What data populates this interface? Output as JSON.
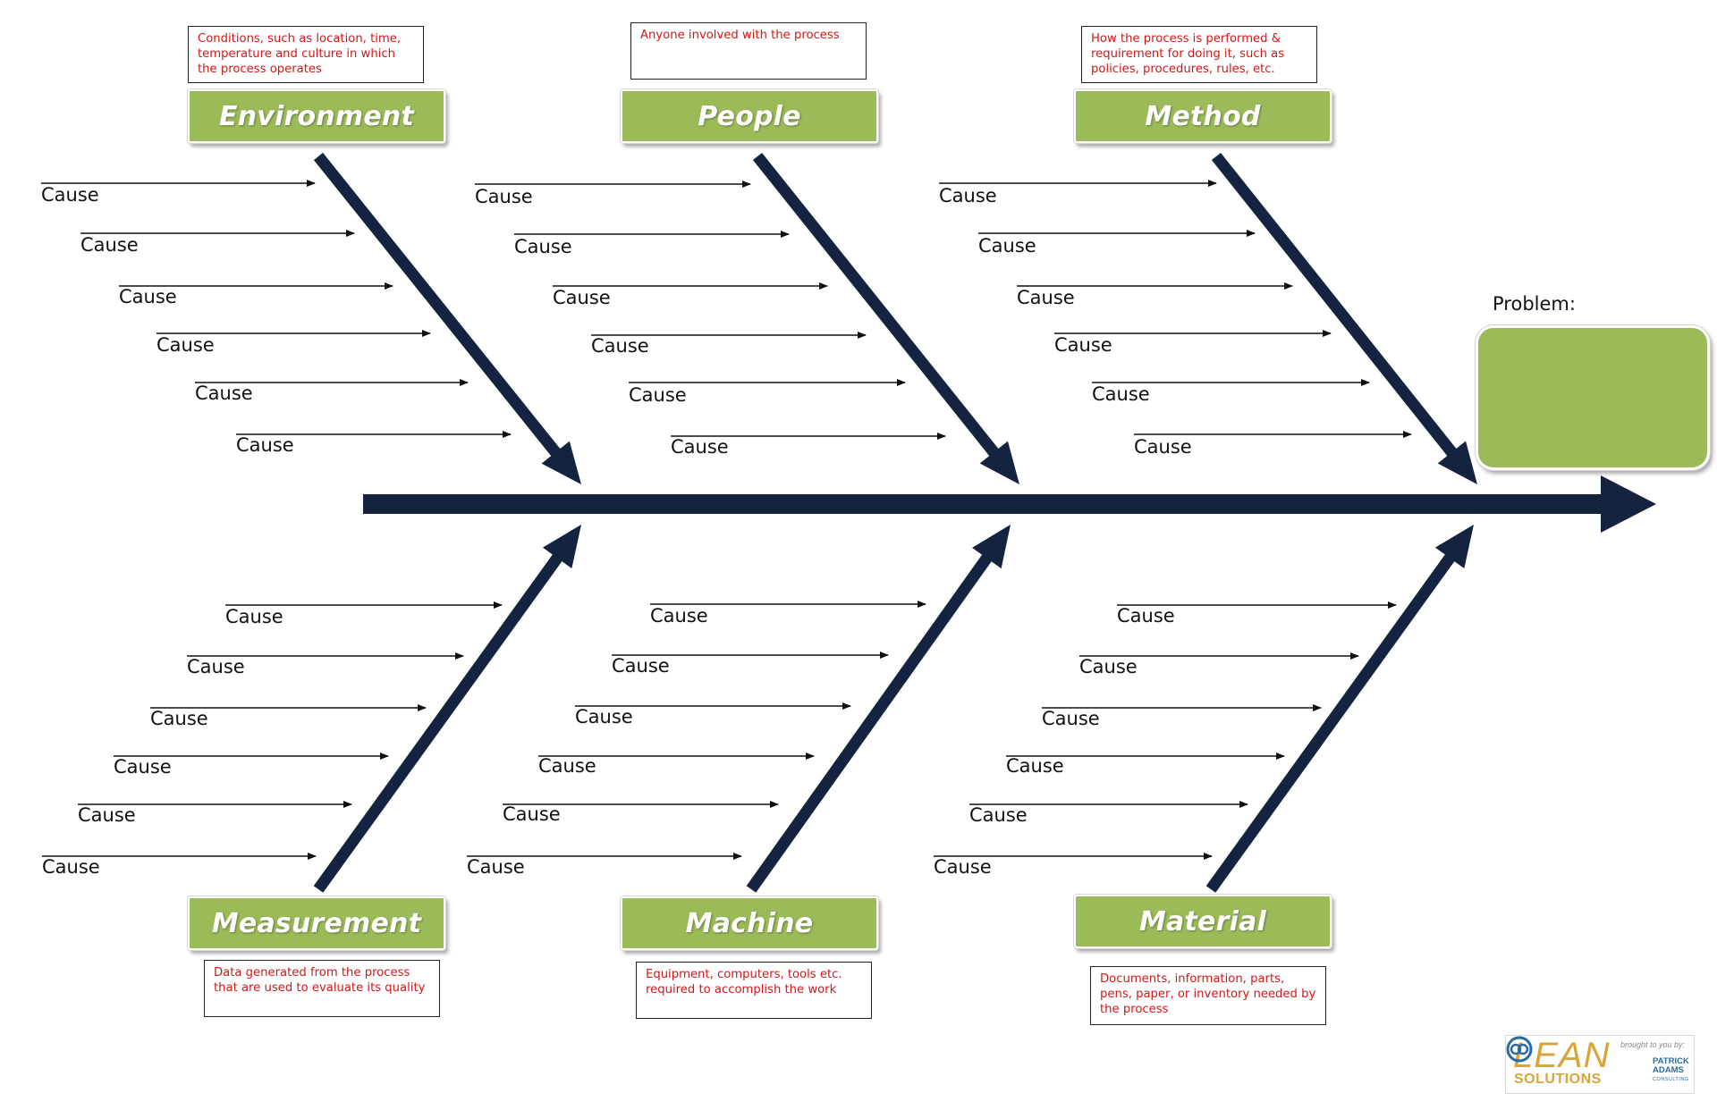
{
  "diagram": {
    "problem_label": "Problem:",
    "problem_value": "",
    "categories": [
      {
        "name": "Environment",
        "description": "Conditions, such as location, time, temperature and culture in which the process operates",
        "causes": [
          "Cause",
          "Cause",
          "Cause",
          "Cause",
          "Cause",
          "Cause"
        ]
      },
      {
        "name": "People",
        "description": "Anyone involved with the process",
        "causes": [
          "Cause",
          "Cause",
          "Cause",
          "Cause",
          "Cause",
          "Cause"
        ]
      },
      {
        "name": "Method",
        "description": "How the process is performed & requirement for doing it, such as policies, procedures, rules, etc.",
        "causes": [
          "Cause",
          "Cause",
          "Cause",
          "Cause",
          "Cause",
          "Cause"
        ]
      },
      {
        "name": "Measurement",
        "description": "Data generated from the process that are used to evaluate its quality",
        "causes": [
          "Cause",
          "Cause",
          "Cause",
          "Cause",
          "Cause",
          "Cause"
        ]
      },
      {
        "name": "Machine",
        "description": "Equipment, computers, tools etc. required to accomplish the work",
        "causes": [
          "Cause",
          "Cause",
          "Cause",
          "Cause",
          "Cause",
          "Cause"
        ]
      },
      {
        "name": "Material",
        "description": "Documents, information, parts, pens, paper, or inventory needed by the process",
        "causes": [
          "Cause",
          "Cause",
          "Cause",
          "Cause",
          "Cause",
          "Cause"
        ]
      }
    ]
  },
  "logo": {
    "brand_primary": "LEAN",
    "brand_secondary": "SOLUTIONS",
    "tagline": "brought to you by:",
    "partner_name": "PATRICK ADAMS",
    "partner_sub": "CONSULTING"
  },
  "colors": {
    "category_fill": "#9bbb59",
    "spine": "#14233f",
    "note_text": "#d01818"
  }
}
